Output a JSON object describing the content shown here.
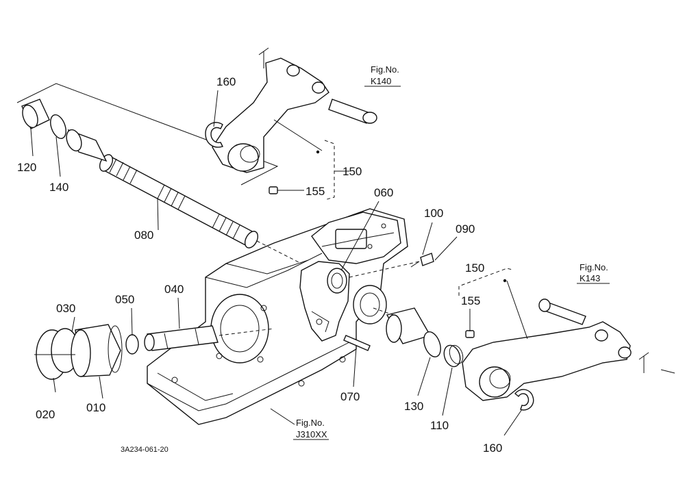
{
  "labels": {
    "p160a": "160",
    "p120": "120",
    "p140": "140",
    "p150a": "150",
    "p155a": "155",
    "p080": "080",
    "p060": "060",
    "p100": "100",
    "p090": "090",
    "p150b": "150",
    "p155b": "155",
    "p030": "030",
    "p050": "050",
    "p040": "040",
    "p020": "020",
    "p010": "010",
    "p070": "070",
    "p130": "130",
    "p110": "110",
    "p160b": "160"
  },
  "figrefs": {
    "k140_title": "Fig.No.",
    "k140_code": "K140",
    "k143_title": "Fig.No.",
    "k143_code": "K143",
    "j310_title": "Fig.No.",
    "j310_code": "J310XX"
  },
  "drawing_code": "3A234-061-20"
}
